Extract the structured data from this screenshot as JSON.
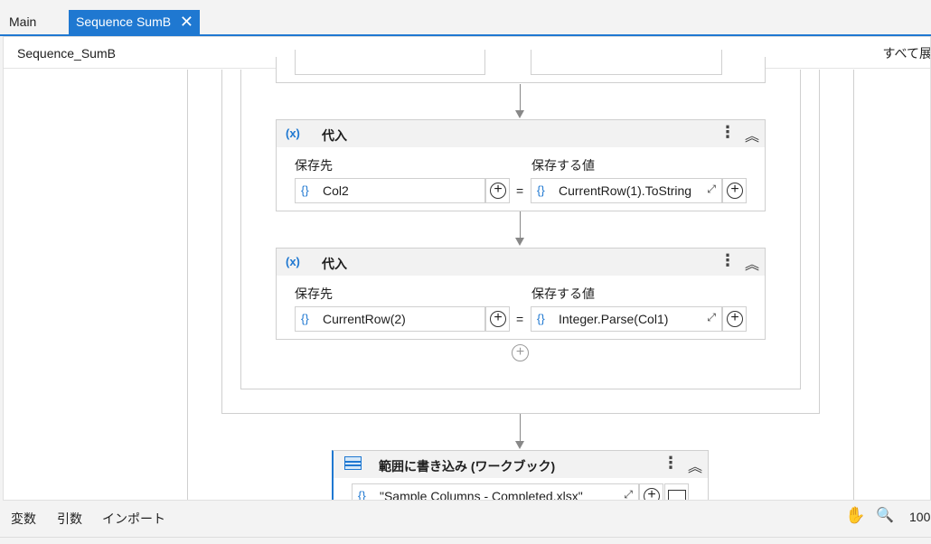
{
  "tabs": [
    {
      "label": "Main"
    },
    {
      "label": "Sequence SumB"
    }
  ],
  "breadcrumb": {
    "crumb": "Sequence_SumB",
    "expand_all": "すべて展"
  },
  "assign_blocks": [
    {
      "title": "代入",
      "to_label": "保存先",
      "value_label": "保存する値",
      "to": "Col2",
      "value": "CurrentRow(1).ToString",
      "equals": "="
    },
    {
      "title": "代入",
      "to_label": "保存先",
      "value_label": "保存する値",
      "to": "CurrentRow(2)",
      "value": "Integer.Parse(Col1)",
      "equals": "="
    }
  ],
  "icons": {
    "assign": "(x)",
    "brace": "{}",
    "menu": "⋮",
    "collapse": "︽",
    "expand": "⤢",
    "plus": "+",
    "close": "✕"
  },
  "write_range": {
    "title": "範囲に書き込み (ワークブック)",
    "workbook": "\"Sample Columns - Completed.xlsx\""
  },
  "bottom": {
    "variables": "変数",
    "arguments": "引数",
    "imports": "インポート",
    "zoom": "100"
  }
}
